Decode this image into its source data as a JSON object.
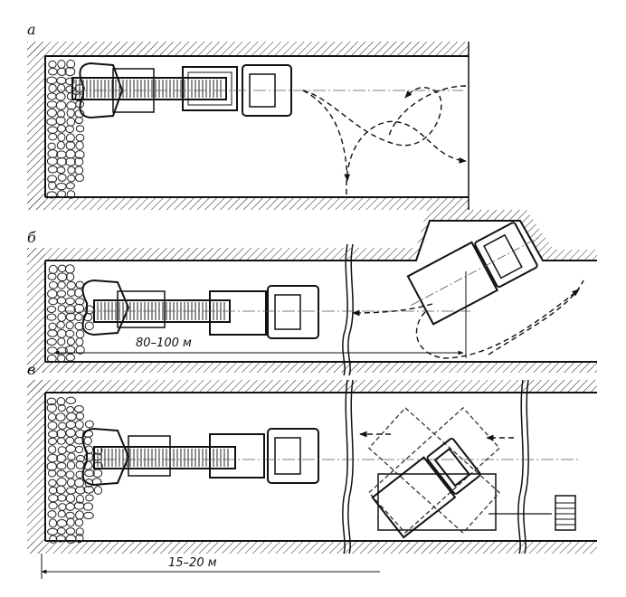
{
  "panels": [
    {
      "letter": "а"
    },
    {
      "letter": "б",
      "dimension": "80–100 м"
    },
    {
      "letter": "в",
      "dimension": "15–20 м"
    }
  ],
  "colors": {
    "ink": "#1a1a1a",
    "paper": "#ffffff"
  }
}
